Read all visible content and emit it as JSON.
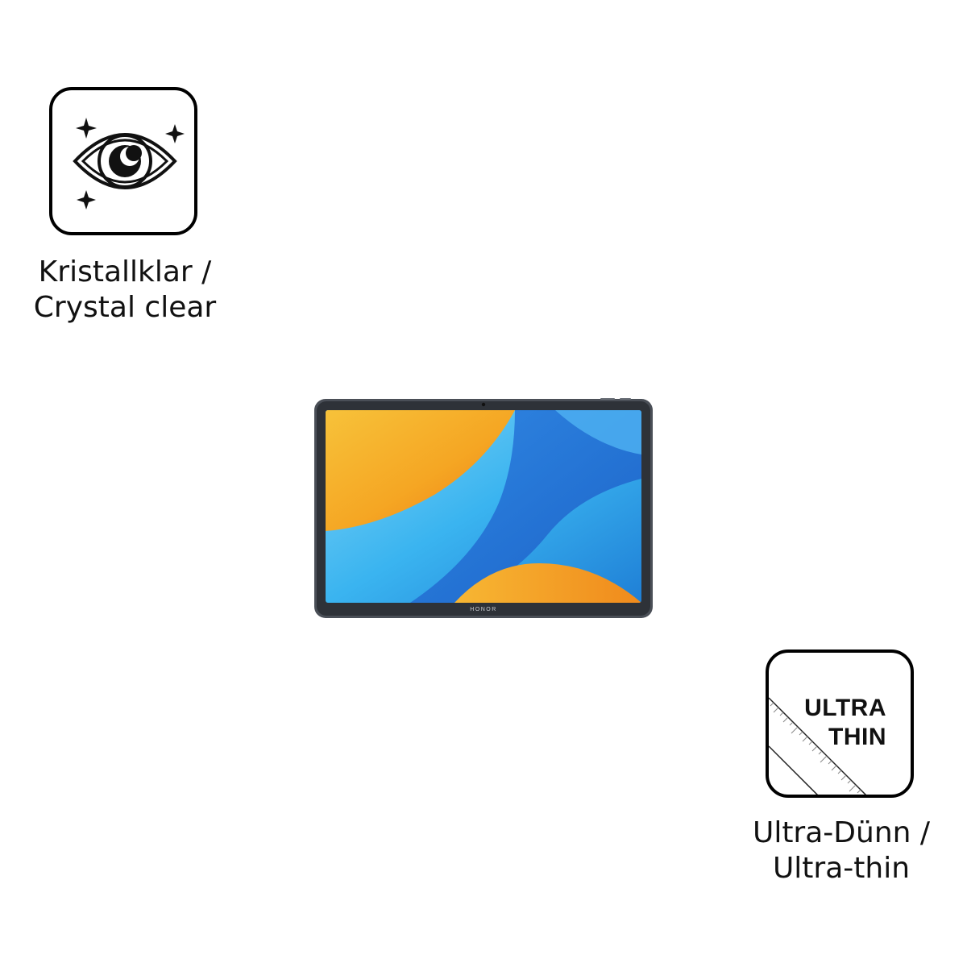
{
  "features": {
    "crystal_clear": {
      "icon": "sparkling-eye-icon",
      "label_line1": "Kristallklar /",
      "label_line2": "Crystal clear"
    },
    "ultra_thin": {
      "icon": "ruler-film-icon",
      "badge_line1": "ULTRA",
      "badge_line2": "THIN",
      "label_line1": "Ultra-Dünn /",
      "label_line2": "Ultra-thin"
    }
  },
  "product": {
    "brand": "HONOR",
    "frame_color": "#4a4f57",
    "screen_colors": [
      "#f5a623",
      "#2d8fe0",
      "#7fd3f5"
    ]
  }
}
